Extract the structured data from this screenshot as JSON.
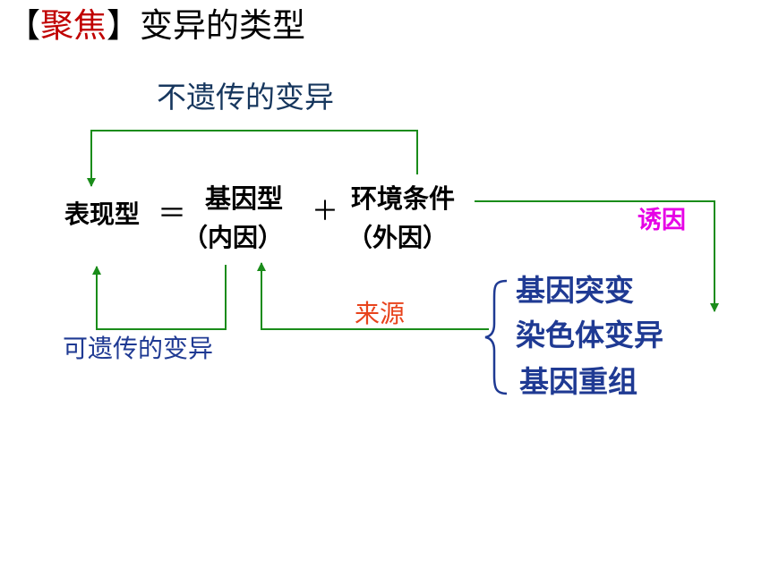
{
  "title": {
    "bracket_open": "【",
    "keyword": "聚焦",
    "bracket_close": "】",
    "text": "变异的类型"
  },
  "nodes": {
    "non_heritable": "不遗传的变异",
    "phenotype": "表现型",
    "equals": "＝",
    "genotype": "基因型",
    "internal_cause": "（内因）",
    "plus": "＋",
    "environment": "环境条件",
    "external_cause": "（外因）",
    "induce": "诱因",
    "source": "来源",
    "heritable": "可遗传的变异",
    "sources_list": [
      "基因突变",
      "染色体变异",
      "基因重组"
    ]
  },
  "colors": {
    "title_keyword": "#c00000",
    "arrow_green": "#1a8c1a",
    "text_navy": "#1f3a93",
    "label_red": "#e8431c",
    "label_magenta": "#e600e6"
  }
}
